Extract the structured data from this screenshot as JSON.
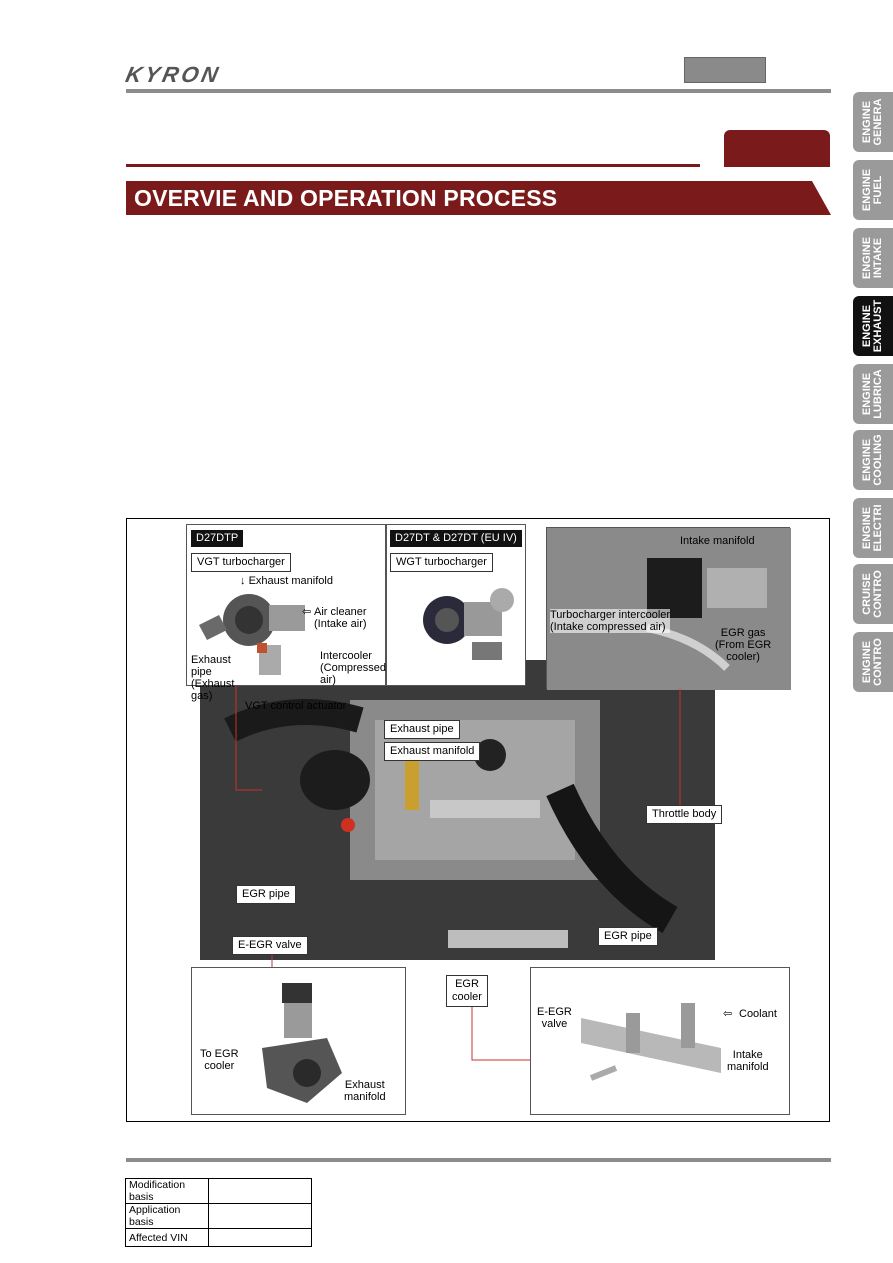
{
  "header": {
    "logo": "KYRON"
  },
  "section_title": "OVERVIE AND OPERATION PROCESS",
  "side_tabs": [
    {
      "label": "ENGINE\nGENERA",
      "active": false
    },
    {
      "label": "ENGINE\nFUEL",
      "active": false
    },
    {
      "label": "ENGINE\nINTAKE",
      "active": false
    },
    {
      "label": "ENGINE\nEXHAUST",
      "active": true
    },
    {
      "label": "ENGINE\nLUBRICA",
      "active": false
    },
    {
      "label": "ENGINE\nCOOLING",
      "active": false
    },
    {
      "label": "ENGINE\nELECTRI",
      "active": false
    },
    {
      "label": "CRUISE\nCONTRO",
      "active": false
    },
    {
      "label": "ENGINE\nCONTRO",
      "active": false
    }
  ],
  "figure": {
    "d27dtp": {
      "variant": "D27DTP",
      "turbo_label": "VGT turbocharger",
      "exhaust_manifold": "Exhaust manifold",
      "air_cleaner": "Air cleaner\n(Intake air)",
      "exhaust_pipe": "Exhaust\npipe\n(Exhaust\ngas)",
      "intercooler": "Intercooler\n(Compressed\nair)",
      "vgt_actuator": "VGT control actuator"
    },
    "d27dt": {
      "variant": "D27DT & D27DT (EU IV)",
      "turbo_label": "WGT turbocharger"
    },
    "intake": {
      "intake_manifold": "Intake manifold",
      "turbo_intercooler": "Turbocharger intercooler\n(Intake compressed air)",
      "egr_gas": "EGR gas\n(From EGR\ncooler)"
    },
    "callouts": {
      "exhaust_pipe": "Exhaust pipe",
      "exhaust_manifold": "Exhaust manifold",
      "throttle_body": "Throttle body",
      "egr_pipe_left": "EGR pipe",
      "egr_pipe_right": "EGR pipe",
      "e_egr_valve": "E-EGR valve",
      "egr_cooler": "EGR\ncooler"
    },
    "valve_panel": {
      "to_egr_cooler": "To EGR\ncooler",
      "exhaust_manifold": "Exhaust\nmanifold"
    },
    "cooler_panel": {
      "e_egr_valve": "E-EGR\nvalve",
      "coolant": "Coolant",
      "intake_manifold": "Intake\nmanifold"
    }
  },
  "footer_table": [
    {
      "label": "Modification basis",
      "value": ""
    },
    {
      "label": "Application basis",
      "value": ""
    },
    {
      "label": "Affected VIN",
      "value": ""
    }
  ],
  "colors": {
    "brand_red": "#7a1a1a",
    "header_gray": "#8c8c8c",
    "tab_gray": "#9a9a9a",
    "tab_active": "#111111"
  }
}
